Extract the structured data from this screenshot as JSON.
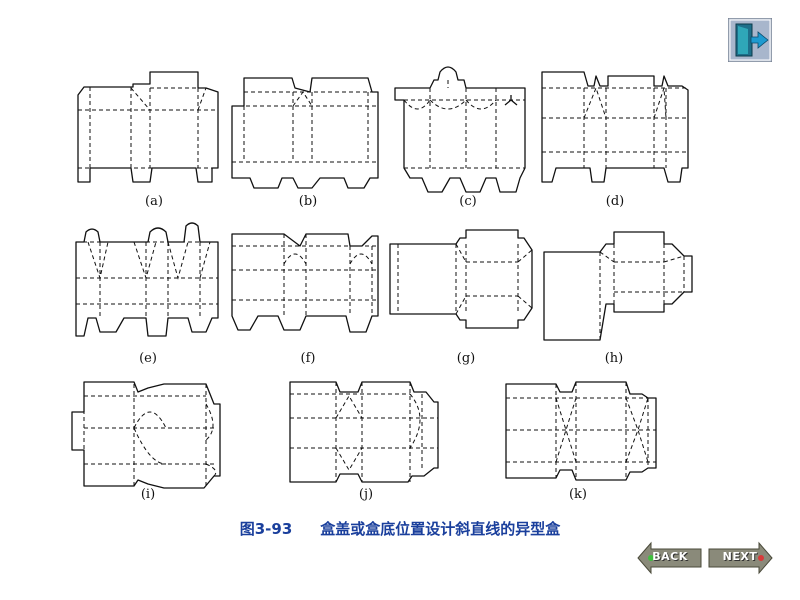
{
  "caption": {
    "number": "图3-93",
    "title": "盒盖或盒底位置设计斜直线的异型盒"
  },
  "labels": [
    "(a)",
    "(b)",
    "(c)",
    "(d)",
    "(e)",
    "(f)",
    "(g)",
    "(h)",
    "(i)",
    "(j)",
    "(k)"
  ],
  "nav": {
    "back": "BACK",
    "next": "NEXT"
  },
  "icons": {
    "exit": "exit-door-icon",
    "back": "back-arrow-icon",
    "next": "next-arrow-icon"
  },
  "colors": {
    "caption": "#1a3f9c",
    "line": "#111111",
    "button": "#8a8a7a",
    "exit_bg": "#9fb0c8"
  }
}
